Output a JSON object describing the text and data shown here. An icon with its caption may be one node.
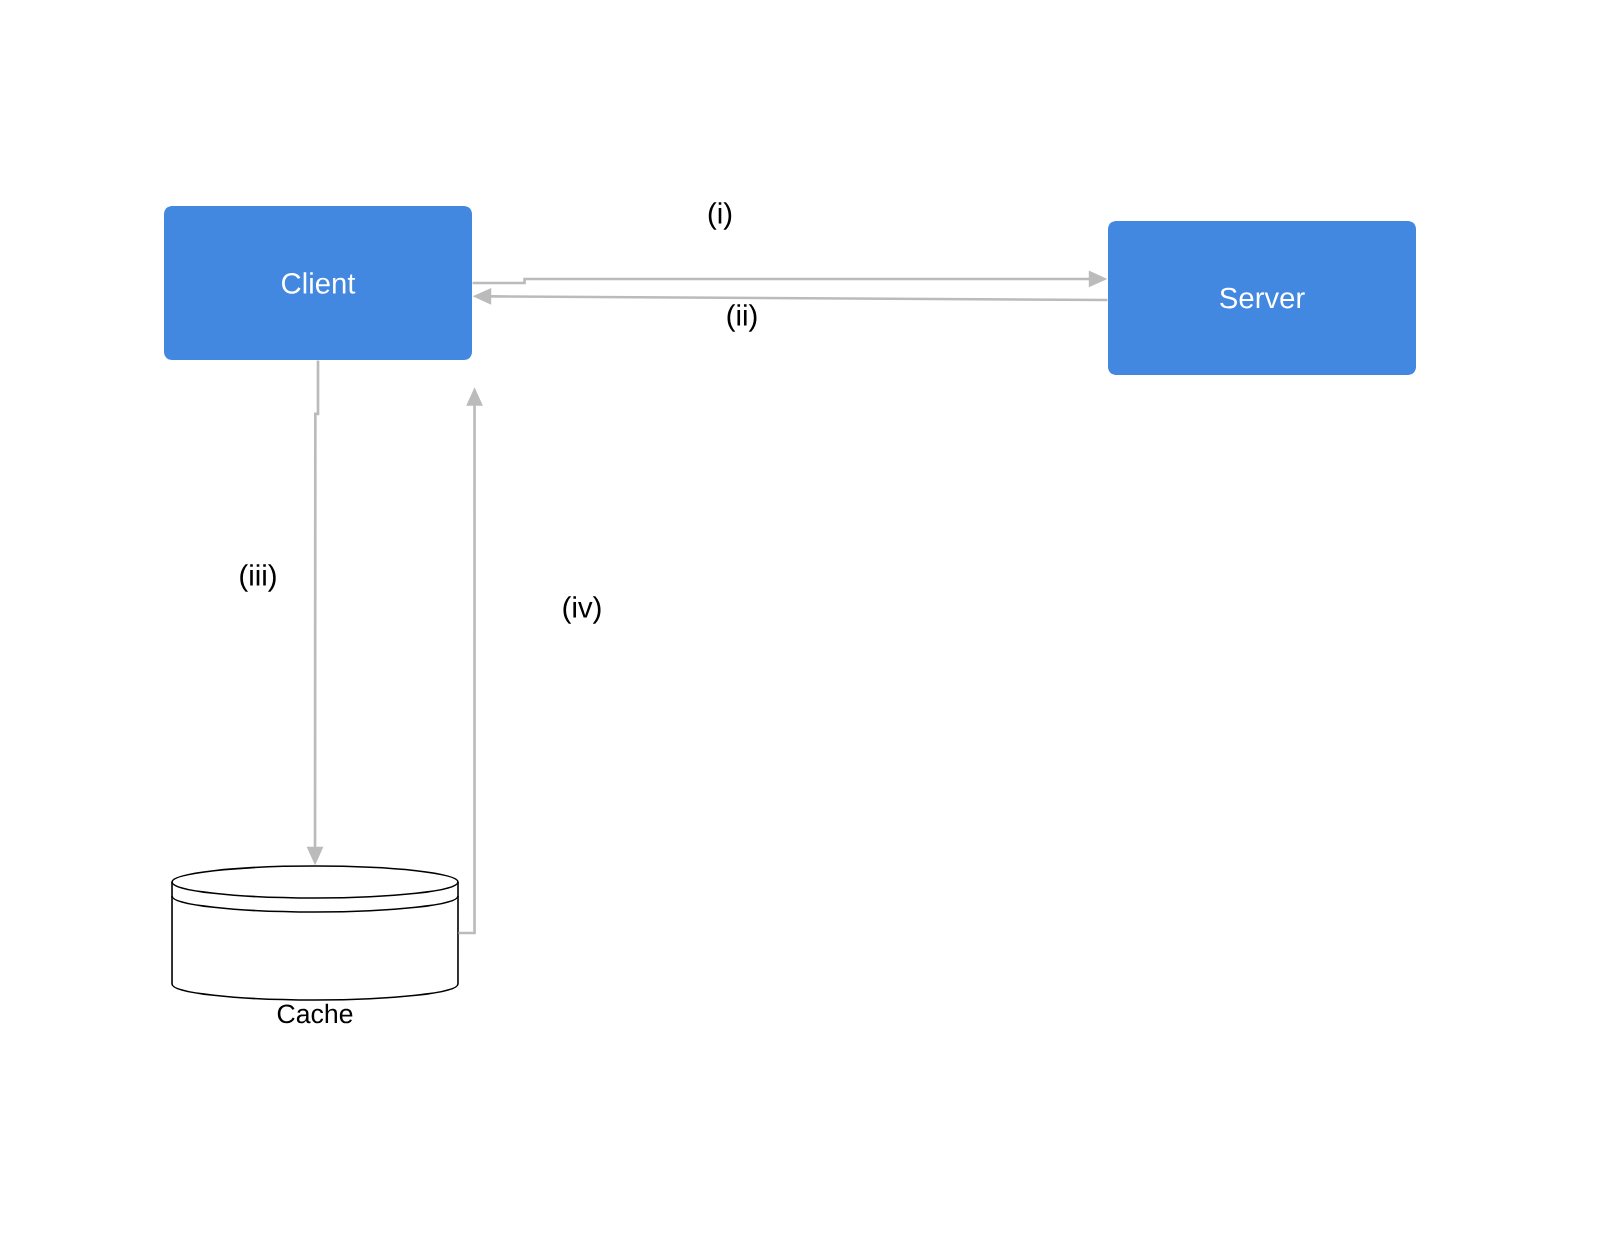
{
  "diagram": {
    "nodes": [
      {
        "text": [
          "Client"
        ]
      },
      {
        "text": [
          "Server"
        ]
      },
      {
        "text": [
          "Cache"
        ]
      }
    ],
    "edges": [
      {
        "from": 0,
        "to": 1,
        "arrow": "to",
        "label": "(i)"
      },
      {
        "from": 1,
        "to": 0,
        "arrow": "to",
        "label": "(ii)"
      },
      {
        "from": 0,
        "to": 2,
        "arrow": "to",
        "label": "(iii)"
      },
      {
        "from": 2,
        "to": 0,
        "arrow": "to",
        "label": "(iv)"
      }
    ]
  }
}
